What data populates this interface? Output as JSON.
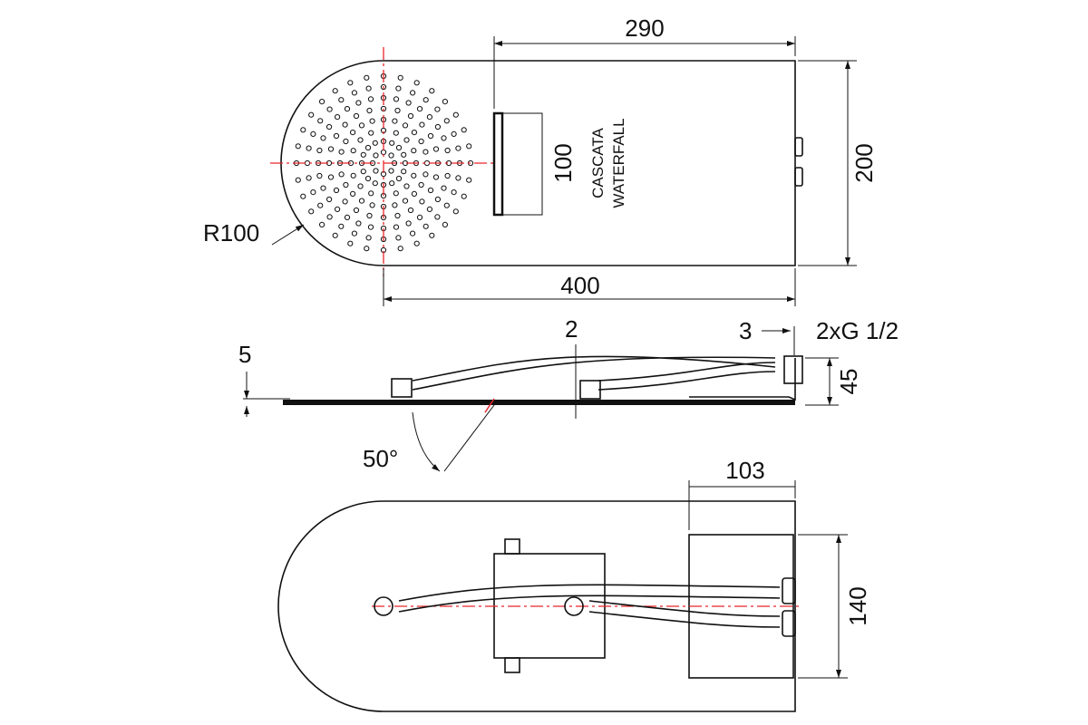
{
  "top_view": {
    "dim_width_slot": "290",
    "dim_height": "200",
    "dim_slot_height": "100",
    "label_line1": "CASCATA",
    "label_line2": "WATERFALL",
    "dim_radius": "R100",
    "dim_length": "400"
  },
  "side_view": {
    "dim_thickness": "5",
    "dim_plate": "2",
    "dim_offset": "3",
    "connection": "2xG 1/2",
    "dim_height": "45",
    "angle": "50°"
  },
  "bottom_view": {
    "dim_box_width": "103",
    "dim_box_height": "140"
  },
  "colors": {
    "line": "#111111",
    "centerline": "#e8262a"
  }
}
